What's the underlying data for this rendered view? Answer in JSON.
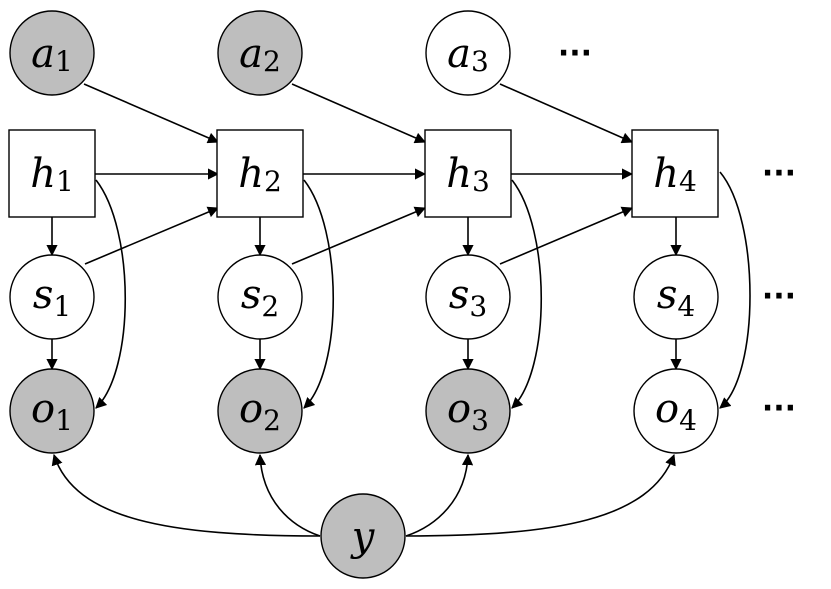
{
  "colors": {
    "observed": "#bebebe",
    "unobserved": "#ffffff",
    "stroke": "#000000"
  },
  "nodes": {
    "a1": {
      "sym": "a",
      "sub": "1",
      "observed": true
    },
    "a2": {
      "sym": "a",
      "sub": "2",
      "observed": true
    },
    "a3": {
      "sym": "a",
      "sub": "3",
      "observed": false
    },
    "h1": {
      "sym": "h",
      "sub": "1"
    },
    "h2": {
      "sym": "h",
      "sub": "2"
    },
    "h3": {
      "sym": "h",
      "sub": "3"
    },
    "h4": {
      "sym": "h",
      "sub": "4"
    },
    "s1": {
      "sym": "s",
      "sub": "1",
      "observed": false
    },
    "s2": {
      "sym": "s",
      "sub": "2",
      "observed": false
    },
    "s3": {
      "sym": "s",
      "sub": "3",
      "observed": false
    },
    "s4": {
      "sym": "s",
      "sub": "4",
      "observed": false
    },
    "o1": {
      "sym": "o",
      "sub": "1",
      "observed": true
    },
    "o2": {
      "sym": "o",
      "sub": "2",
      "observed": true
    },
    "o3": {
      "sym": "o",
      "sub": "3",
      "observed": true
    },
    "o4": {
      "sym": "o",
      "sub": "4",
      "observed": false
    },
    "y": {
      "sym": "y",
      "sub": "",
      "observed": true
    }
  },
  "ellipsis": "···"
}
